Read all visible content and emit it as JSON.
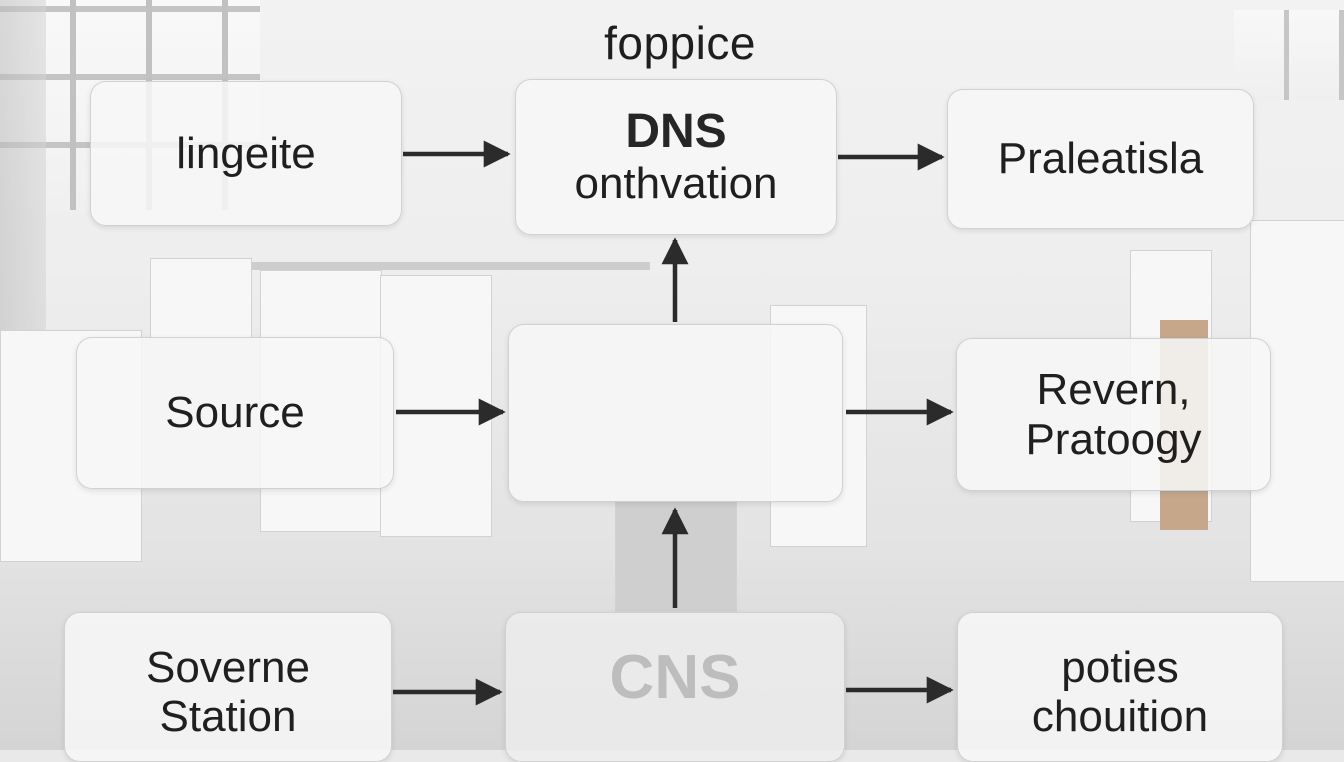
{
  "diagram": {
    "title": "foppice",
    "nodes": {
      "top_left": "lingeite",
      "top_center_line1": "DNS",
      "top_center_line2": "onthvation",
      "top_right": "Praleatisla",
      "mid_left": "Source",
      "mid_center": "",
      "mid_right_line1": "Revern,",
      "mid_right_line2": "Pratoogy",
      "bottom_left_line1": "Soverne",
      "bottom_left_line2": "Station",
      "bottom_center": "CNS",
      "bottom_right_line1": "poties",
      "bottom_right_line2": "chouition"
    },
    "colors": {
      "arrow": "#2b2b2b",
      "node_fill": "#f7f7f7",
      "text": "#1f1f1f"
    }
  }
}
